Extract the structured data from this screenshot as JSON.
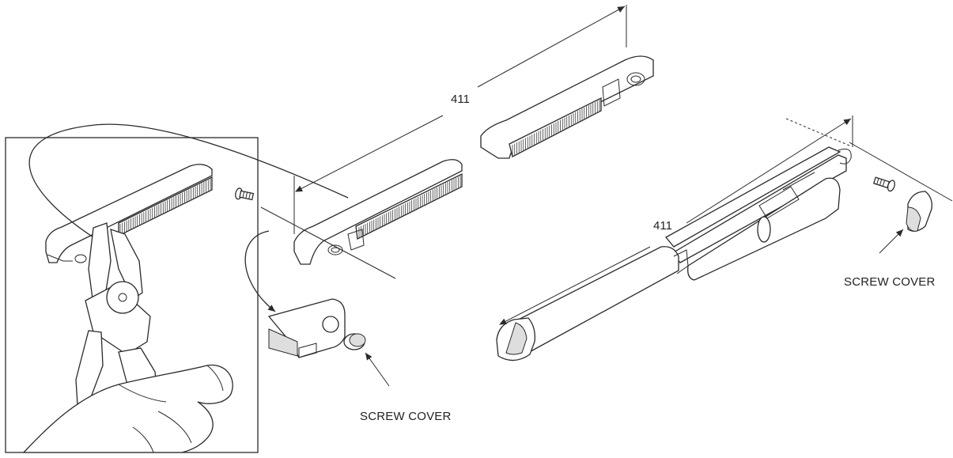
{
  "dimensions": {
    "upper_length": "411",
    "lower_length": "411"
  },
  "labels": {
    "screw_cover_left": "SCREW COVER",
    "screw_cover_right": "SCREW COVER"
  },
  "colors": {
    "line": "#2a2a2a",
    "shade": "#dedede",
    "background": "#ffffff"
  }
}
